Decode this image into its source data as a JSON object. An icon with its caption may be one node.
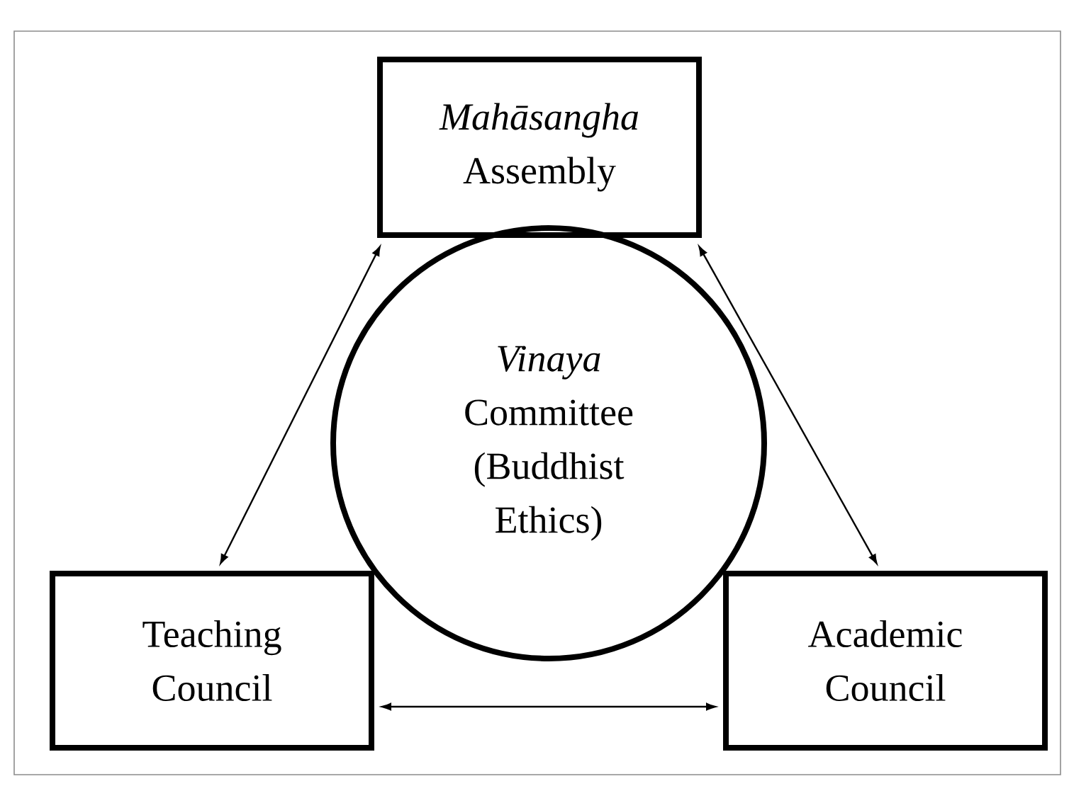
{
  "diagram": {
    "nodes": [
      {
        "text": [
          "*Mahāsangha* Assembly"
        ]
      },
      {
        "text": [
          "*Vinaya* Committee (Buddhist Ethics)"
        ]
      },
      {
        "text": [
          "Teaching Council"
        ]
      },
      {
        "text": [
          "Academic Council"
        ]
      }
    ],
    "edges": [
      {
        "from": 0,
        "to": 2,
        "arrow": "both"
      },
      {
        "from": 0,
        "to": 3,
        "arrow": "both"
      },
      {
        "from": 2,
        "to": 3,
        "arrow": "both"
      }
    ]
  }
}
